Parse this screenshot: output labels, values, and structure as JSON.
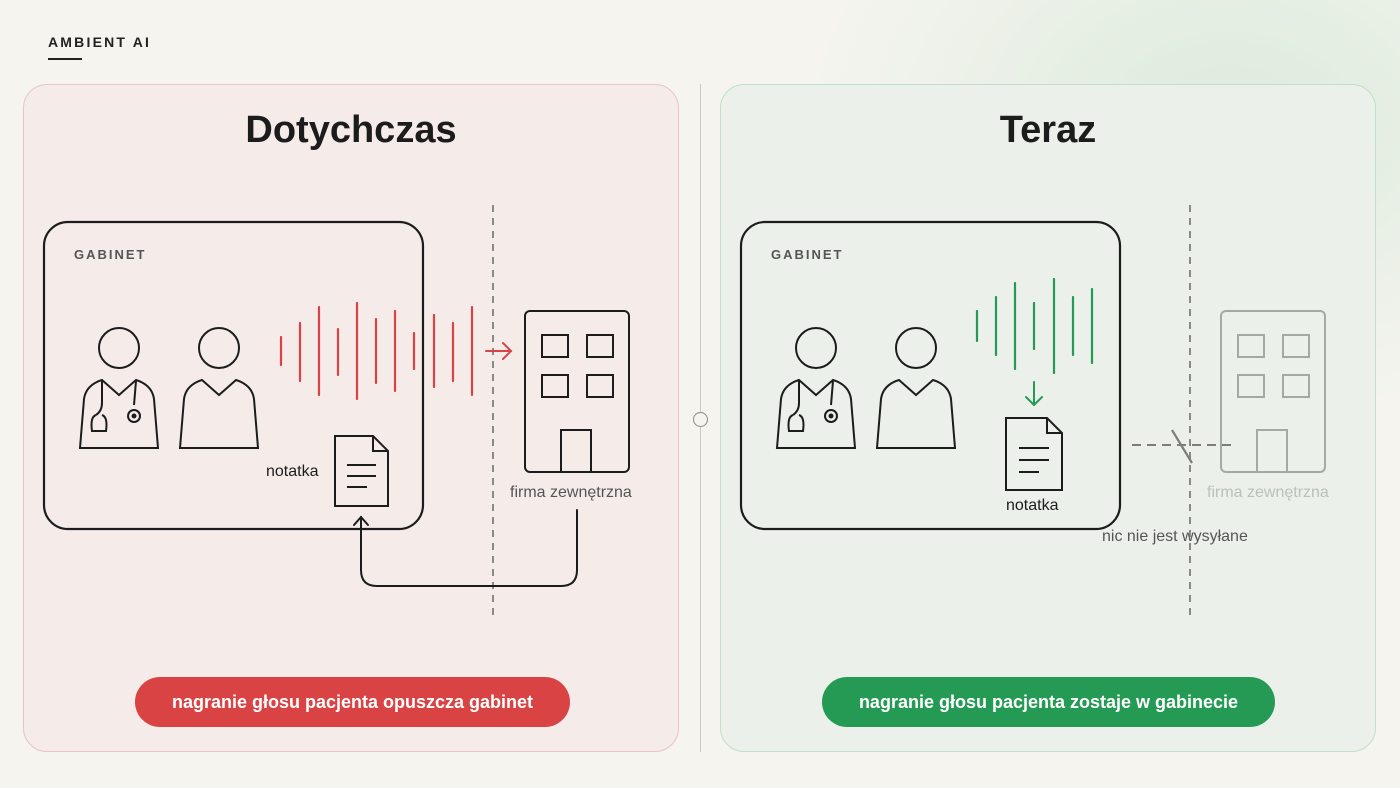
{
  "brand": "AMBIENT AI",
  "left_panel": {
    "title": "Dotychczas",
    "room_label": "GABINET",
    "note_label": "notatka",
    "external_label": "firma zewnętrzna",
    "pill": "nagranie głosu pacjenta opuszcza gabinet",
    "accent_color": "#d94344"
  },
  "right_panel": {
    "title": "Teraz",
    "room_label": "GABINET",
    "note_label": "notatka",
    "external_label": "firma zewnętrzna",
    "blocked_label": "nic nie jest wysyłane",
    "pill": "nagranie głosu pacjenta zostaje w gabinecie",
    "accent_color": "#259a55"
  },
  "icons": [
    "doctor-icon",
    "patient-icon",
    "sound-wave-icon",
    "document-icon",
    "building-icon",
    "arrow-icon"
  ]
}
